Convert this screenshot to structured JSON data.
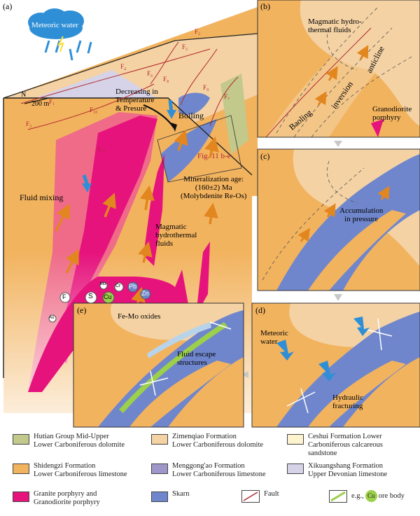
{
  "colors": {
    "hutian": "#c2c98a",
    "zimenqiao": "#f4d2a4",
    "ceshui": "#fdf4cf",
    "shidengzi": "#f2b35f",
    "menggongao": "#9f97c9",
    "xikuangshang": "#d6d3e8",
    "granite": "#e6137c",
    "skarn": "#6f86cc",
    "fault": "#b3282d",
    "orebody": "#9ccf4a",
    "arrow": "#e2861f",
    "water": "#2f8fd6"
  },
  "panels": {
    "a": "(a)",
    "b": "(b)",
    "c": "(c)",
    "d": "(d)",
    "e": "(e)"
  },
  "main": {
    "meteoric_water": "Meteoric water",
    "scale": "200 m",
    "north": "N",
    "decreasing_1": "Decreasing in",
    "decreasing_2": "Temperature",
    "decreasing_3": "& Presure",
    "boiling": "Boiling",
    "fig_ref": "Fig. 11 b-e",
    "fluid_mixing": "Fluid mixing",
    "mineralization_1": "Mineralization age:",
    "mineralization_2": "(160±2) Ma",
    "mineralization_3": "(Molybdenite Re-Os)",
    "magmatic_1": "Magmatic",
    "magmatic_2": "hydrothermal",
    "magmatic_3": "fluids",
    "faults": [
      "F₁",
      "F₂",
      "F₃",
      "F₄",
      "F₅",
      "F₆",
      "F₇",
      "F₈",
      "F₉",
      "F₁₀",
      "F₁₁"
    ],
    "elements": [
      "F",
      "S",
      "Cu",
      "Mo",
      "Cr",
      "Pb",
      "Zn",
      "Au"
    ]
  },
  "panel_b": {
    "magmatic_1": "Magmatic hydro-",
    "magmatic_2": "thermal fluids",
    "anticline": "anticline",
    "inversion": "inversion",
    "baoling": "Baoling",
    "grano_1": "Granodiorite",
    "grano_2": "porphyry"
  },
  "panel_c": {
    "accum_1": "Accumulation",
    "accum_2": "in pressure"
  },
  "panel_d": {
    "meteoric_1": "Meteoric",
    "meteoric_2": "water",
    "hydraulic_1": "Hydraulic",
    "hydraulic_2": "fracturing"
  },
  "panel_e": {
    "oxides": "Fe-Mo oxides",
    "escape_1": "Fluid escape",
    "escape_2": "structures"
  },
  "legend": [
    {
      "key": "hutian",
      "text": "Hutian Group Mid-Upper\nLower Carboniferous dolomite"
    },
    {
      "key": "zimenqiao",
      "text": "Zimenqiao Formation\nLower Carboniferous dolomite"
    },
    {
      "key": "ceshui",
      "text": "Ceshui Formation Lower\nCarboniferous calcareous\nsandstone"
    },
    {
      "key": "shidengzi",
      "text": "Shidengzi Formation\nLower Carboniferous limestone"
    },
    {
      "key": "menggongao",
      "text": "Menggong'ao Formation\nLower Carboniferous limestone"
    },
    {
      "key": "xikuangshang",
      "text": "Xikuangshang Formation\nUpper Devonian limestone"
    },
    {
      "key": "granite",
      "text": "Granite porphyry and\nGranodiorite porphyry"
    },
    {
      "key": "skarn",
      "text": "Skarn"
    },
    {
      "key": "fault",
      "text": "Fault"
    },
    {
      "key": "orebody",
      "text": "e.g., Cu ore body",
      "prefix": "e.g.,",
      "ore": "Cu",
      "suffix": "ore body"
    }
  ]
}
